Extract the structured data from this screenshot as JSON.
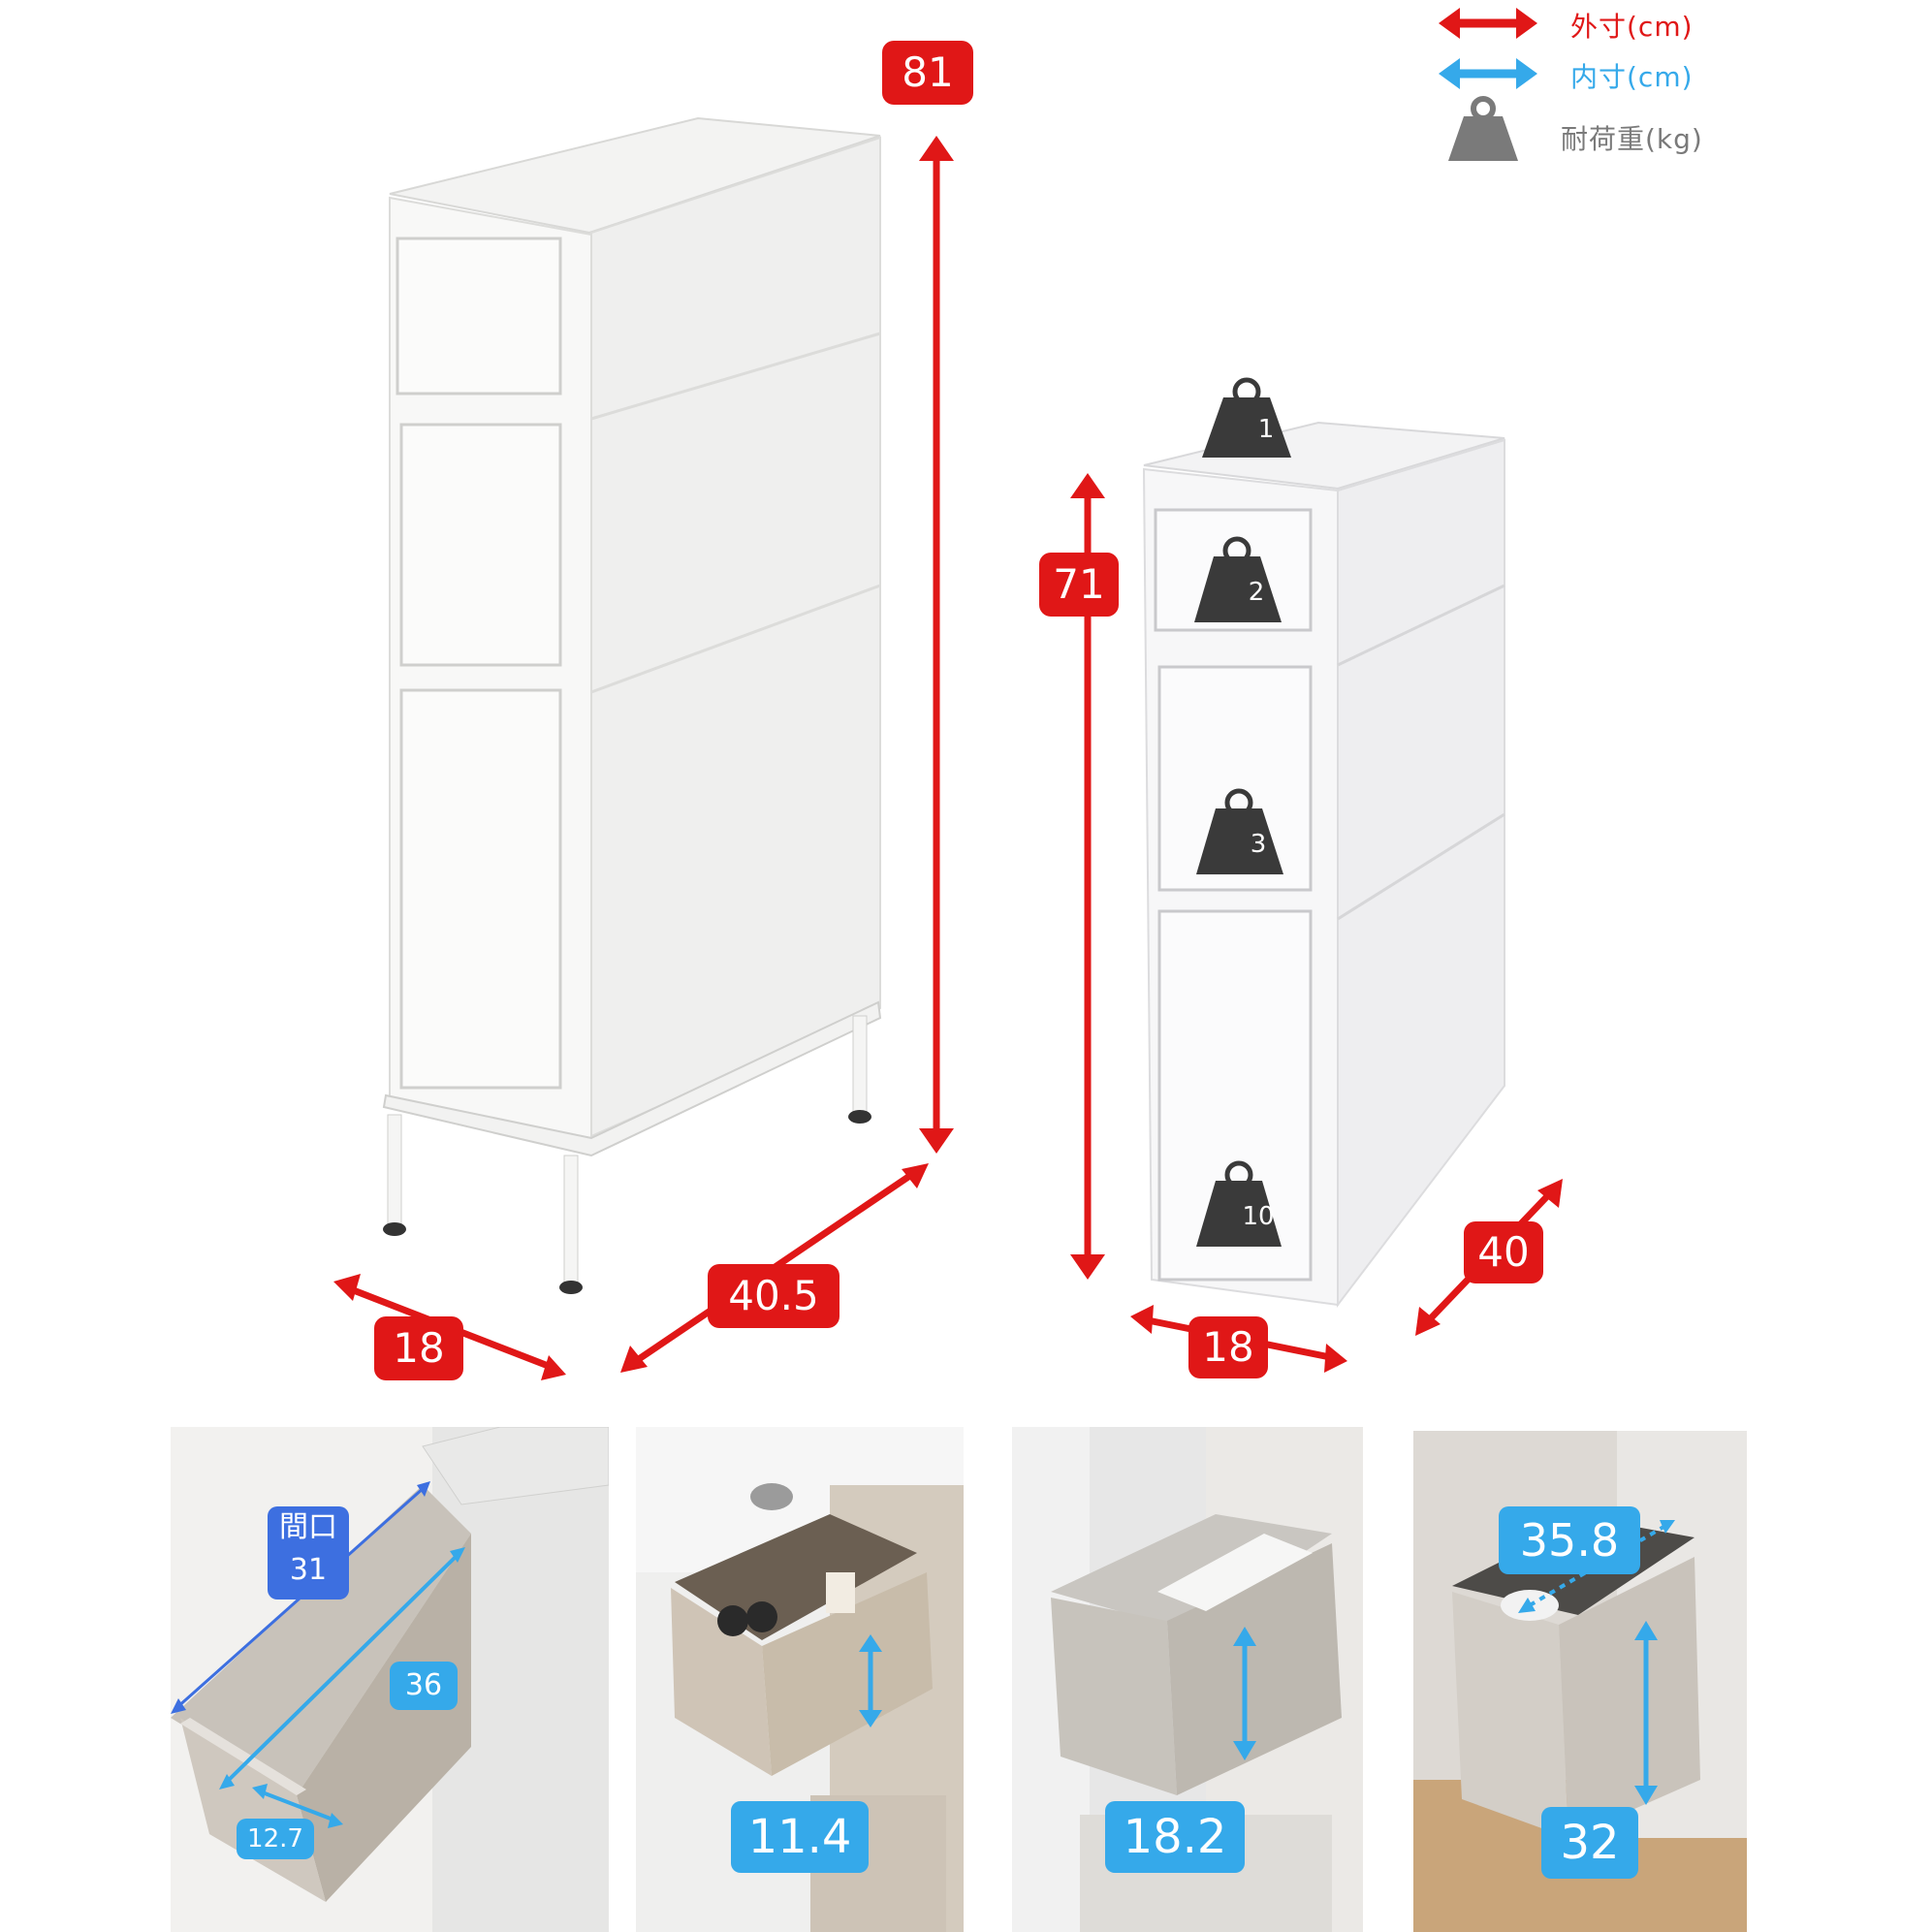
{
  "legend": {
    "outer_label": "外寸(cm)",
    "inner_label": "内寸(cm)",
    "load_label": "耐荷重(kg)",
    "outer_color": "#e01717",
    "inner_color": "#35a9ea",
    "load_color": "#7a7a7a"
  },
  "left_unit": {
    "height": "81",
    "width": "18",
    "depth": "40.5"
  },
  "right_unit": {
    "height": "71",
    "width": "18",
    "depth": "40",
    "loads": [
      "1",
      "2",
      "3",
      "10"
    ]
  },
  "details": {
    "opening_label": "間口",
    "opening_value": "31",
    "drawer_depth": "36",
    "drawer_width": "12.7",
    "small_drawer_height": "11.4",
    "medium_drawer_height": "18.2",
    "large_drawer_depth": "35.8",
    "large_drawer_height": "32"
  }
}
